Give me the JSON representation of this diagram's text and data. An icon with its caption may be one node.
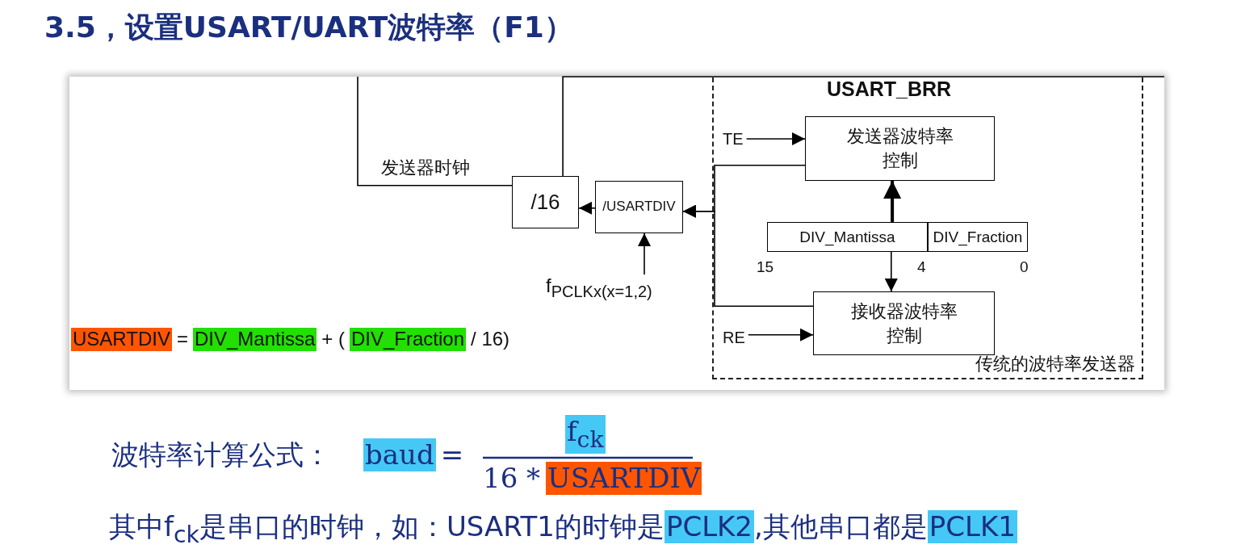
{
  "diagram": {
    "title": "3.5，设置USART/UART波特率（F1）",
    "nodes": [
      {
        "text": [
          "USART_BRR",
          "传统的波特率发送器"
        ]
      },
      {
        "text": [
          "/16"
        ]
      },
      {
        "text": [
          "/USARTDIV"
        ]
      },
      {
        "text": [
          "TE"
        ],
        "in": 0
      },
      {
        "text": [
          "发送器波特率控制"
        ],
        "in": 0
      },
      {
        "text": [
          "DIV_Mantissa"
        ],
        "in": 0
      },
      {
        "text": [
          "DIV_Fraction"
        ],
        "in": 0
      },
      {
        "text": [
          "接收器波特率控制"
        ],
        "in": 0
      },
      {
        "text": [
          "RE"
        ],
        "in": 0
      },
      {
        "text": [
          "f$_{PCLKx(x=1,2)}$"
        ]
      }
    ],
    "edges": [
      {
        "from": 2,
        "to": 1,
        "arrow": "to"
      },
      {
        "from": 4,
        "to": 2,
        "arrow": "to"
      },
      {
        "from": 7,
        "to": 2,
        "arrow": "to"
      },
      {
        "from": 3,
        "to": 4,
        "arrow": "to"
      },
      {
        "from": 8,
        "to": 7,
        "arrow": "to"
      },
      {
        "from": 5,
        "to": 4,
        "arrow": "to",
        "style": "thick"
      },
      {
        "from": 5,
        "to": 7,
        "arrow": "to"
      },
      {
        "from": 9,
        "to": 2,
        "arrow": "to"
      },
      {
        "from": 1,
        "to": null,
        "arrow": "none",
        "label": "发送器时钟"
      },
      {
        "from": null,
        "to": 1,
        "arrow": "none"
      }
    ],
    "labels": [
      "15",
      "4",
      "0",
      "USARTDIV",
      "=",
      "DIV_Mantissa",
      "+ (",
      "DIV_Fraction",
      "/ 16)",
      "波特率计算公式：",
      "baud",
      "=",
      "f$_{ck}$",
      "16 *",
      "USARTDIV",
      "其中f$_{ck}$是串口的时钟，如：USART1的时钟是",
      "PCLK2",
      ",其他串口都是",
      "PCLK1"
    ]
  }
}
